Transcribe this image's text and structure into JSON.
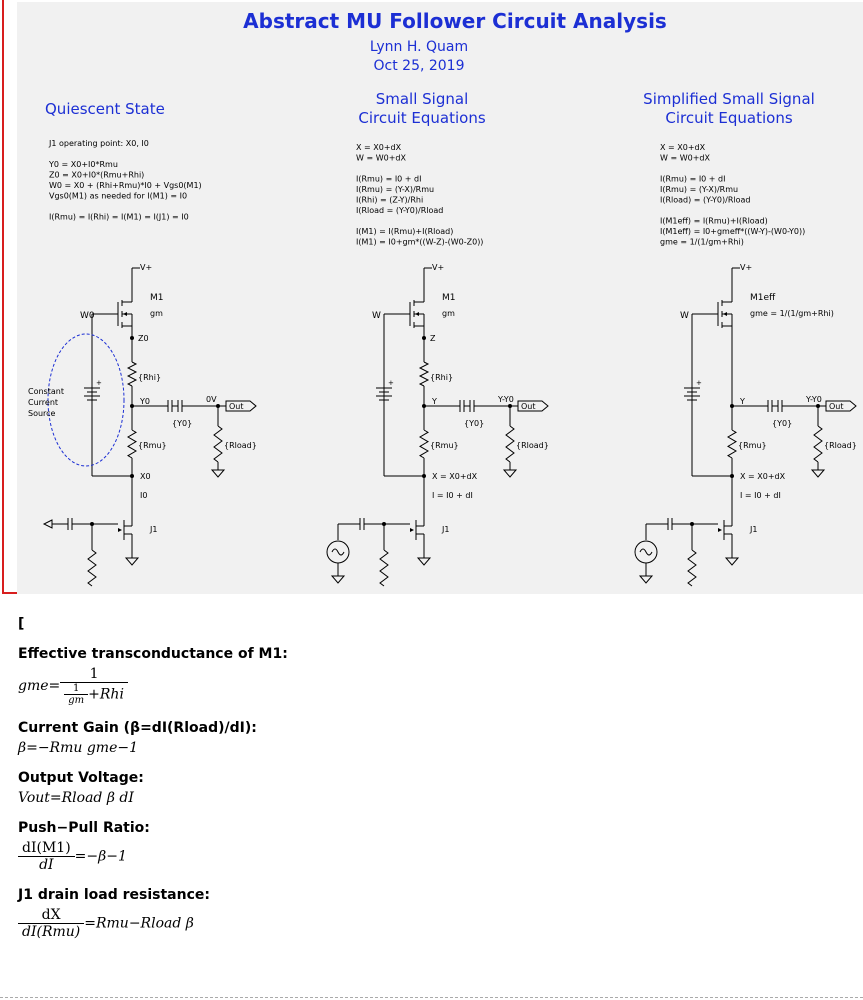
{
  "title": "Abstract MU Follower Circuit Analysis",
  "author": "Lynn H. Quam",
  "date": "Oct 25, 2019",
  "panels": [
    {
      "heading": [
        "Quiescent State"
      ],
      "eq_lines": [
        "J1 operating point:  X0, I0",
        "",
        "Y0    = X0+I0*Rmu",
        "Z0    = X0+I0*(Rmu+Rhi)",
        "W0 = X0 + (Rhi+Rmu)*I0 + Vgs0(M1)",
        "    Vgs0(M1) as needed for I(M1) = I0",
        "",
        "I(Rmu) = I(Rhi) = I(M1) = I(J1) = I0"
      ],
      "m_label": "M1",
      "g_label": "gm",
      "gate_label": "W0",
      "top_node": "Z0",
      "mid_node": "Y0",
      "bot_node": "X0",
      "current_label": "I0",
      "cap_label": "{Y0}",
      "out_voltage": "0V",
      "source_label": [
        "Constant",
        "Current",
        "Source"
      ]
    },
    {
      "heading": [
        "Small Signal",
        "Circuit  Equations"
      ],
      "eq_lines": [
        "X       = X0+dX",
        "W       = W0+dX",
        "",
        "I(Rmu) = I0 + dI",
        "I(Rmu)    = (Y-X)/Rmu",
        "I(Rhi)     = (Z-Y)/Rhi",
        "I(Rload  = (Y-Y0)/Rload",
        "",
        "I(M1)     = I(Rmu)+I(Rload)",
        "I(M1)     = I0+gm*((W-Z)-(W0-Z0))"
      ],
      "m_label": "M1",
      "g_label": "gm",
      "gate_label": "W",
      "top_node": "Z",
      "mid_node": "Y",
      "bot_node": "X = X0+dX",
      "current_label": "I = I0 + dI",
      "cap_label": "{Y0}",
      "out_voltage": "Y-Y0"
    },
    {
      "heading": [
        "Simplified Small Signal",
        "Circuit Equations"
      ],
      "eq_lines": [
        "X       = X0+dX",
        "W       = W0+dX",
        "",
        "I(Rmu) = I0 + dI",
        "I(Rmu)    = (Y-X)/Rmu",
        "I(Rload) = (Y-Y0)/Rload",
        "",
        "I(M1eff)     = I(Rmu)+I(Rload)",
        "I(M1eff) = I0+gmeff*((W-Y)-(W0-Y0))",
        "gme = 1/(1/gm+Rhi)"
      ],
      "m_label": "M1eff",
      "g_label": "gme = 1/(1/gm+Rhi)",
      "gate_label": "W",
      "mid_node": "Y",
      "bot_node": "X = X0+dX",
      "current_label": "I = I0 + dI",
      "cap_label": "{Y0}",
      "out_voltage": "Y-Y0"
    }
  ],
  "common_labels": {
    "vplus": "V+",
    "rhi": "{Rhi}",
    "rmu": "{Rmu}",
    "rload": "{Rload}",
    "out": "Out",
    "j1": "J1"
  },
  "results": {
    "open_bracket": "[",
    "sections": [
      {
        "label": "Effective transconductance of M1:",
        "lhs": "gme",
        "num": "1",
        "den_num": "1",
        "den_den": "gm",
        "den_tail": "+Rhi"
      },
      {
        "label": "Current Gain (β=dI(Rload)/dI):",
        "eq": "β=−Rmu gme−1"
      },
      {
        "label": "Output Voltage:",
        "eq": "Vout=Rload β dI"
      },
      {
        "label": "Push−Pull Ratio:",
        "num": "dI(M1)",
        "den": "dI",
        "rhs": "=−β−1"
      },
      {
        "label": "J1 drain load resistance:",
        "num": "dX",
        "den": "dI(Rmu)",
        "rhs": "=Rmu−Rload β"
      }
    ]
  },
  "colors": {
    "title_blue": "#1c2fd4",
    "frame_red": "#d81e1e",
    "schematic_bg": "#f1f1f1"
  }
}
